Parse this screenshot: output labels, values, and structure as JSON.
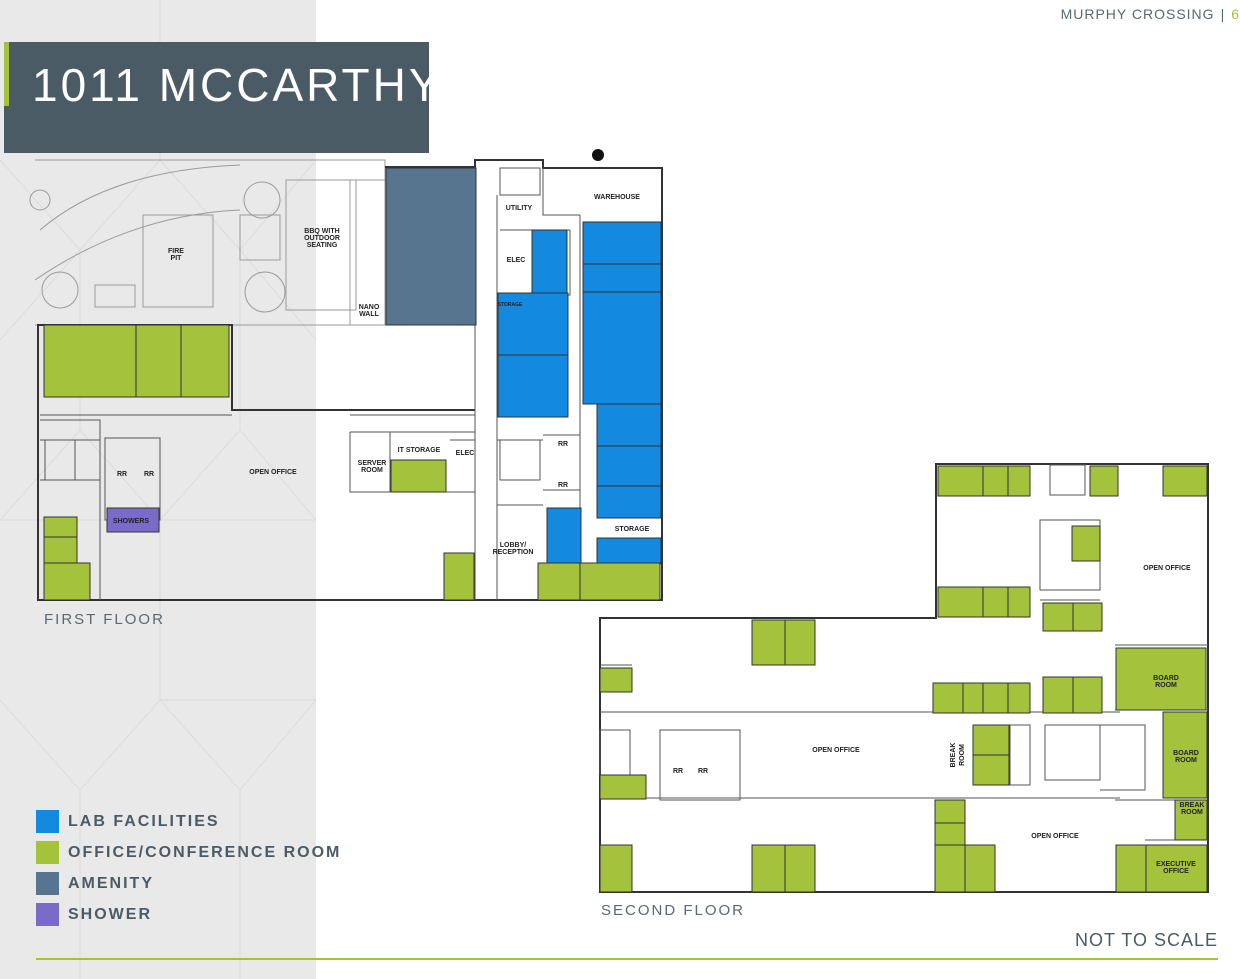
{
  "title": "1011 MCCARTHY",
  "header": {
    "project": "MURPHY CROSSING",
    "separator": "|",
    "page": "6"
  },
  "floors": {
    "first": "FIRST FLOOR",
    "second": "SECOND FLOOR"
  },
  "legend": [
    {
      "label": "LAB FACILITIES",
      "color": "#1389e0"
    },
    {
      "label": "OFFICE/CONFERENCE ROOM",
      "color": "#a4c23b"
    },
    {
      "label": "AMENITY",
      "color": "#58758f"
    },
    {
      "label": "SHOWER",
      "color": "#7b6bc9"
    }
  ],
  "note": "NOT TO SCALE",
  "rooms": {
    "warehouse": "WAREHOUSE",
    "utility": "UTILITY",
    "elec": "ELEC",
    "storage_small": "STORAGE",
    "bbq_1": "BBQ WITH",
    "bbq_2": "OUTDOOR",
    "bbq_3": "SEATING",
    "fire_1": "FIRE",
    "fire_2": "PIT",
    "nano_1": "NANO",
    "nano_2": "WALL",
    "open_office": "OPEN OFFICE",
    "server_1": "SERVER",
    "server_2": "ROOM",
    "it_storage": "IT STORAGE",
    "elec2": "ELEC",
    "rr": "RR",
    "showers": "SHOWERS",
    "lobby_1": "LOBBY/",
    "lobby_2": "RECEPTION",
    "storage": "STORAGE",
    "open_office_2a": "OPEN OFFICE",
    "open_office_2b": "OPEN OFFICE",
    "open_office_2c": "OPEN OFFICE",
    "board_1": "BOARD",
    "board_2": "ROOM",
    "break_1": "BREAK",
    "break_2": "ROOM",
    "exec_1": "EXECUTIVE",
    "exec_2": "OFFICE"
  }
}
